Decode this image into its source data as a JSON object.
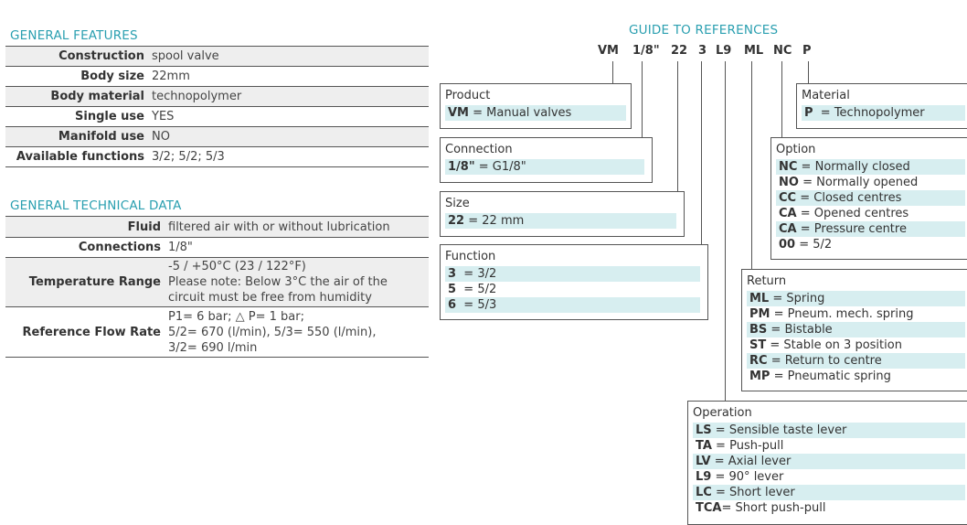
{
  "general_features": {
    "title": "GENERAL FEATURES",
    "rows": [
      {
        "k": "Construction",
        "v": "spool valve"
      },
      {
        "k": "Body size",
        "v": "22mm"
      },
      {
        "k": "Body material",
        "v": "technopolymer"
      },
      {
        "k": "Single use",
        "v": "YES"
      },
      {
        "k": "Manifold use",
        "v": "NO"
      },
      {
        "k": "Available functions",
        "v": "3/2; 5/2; 5/3"
      }
    ]
  },
  "technical_data": {
    "title": "GENERAL TECHNICAL DATA",
    "rows": [
      {
        "k": "Fluid",
        "v": "filtered air with or without lubrication"
      },
      {
        "k": "Connections",
        "v": "1/8\""
      },
      {
        "k": "Temperature Range",
        "v": "-5 / +50°C (23 / 122°F)\nPlease note: Below 3°C the air of the\ncircuit must be free from humidity"
      },
      {
        "k": "Reference Flow Rate",
        "v": "P1= 6 bar; △ P= 1 bar;\n5/2= 670 (l/min), 5/3= 550 (l/min),\n3/2= 690 l/min"
      }
    ]
  },
  "guide": {
    "title": "GUIDE TO REFERENCES",
    "code": [
      "VM",
      "1/8\"",
      "22",
      "3",
      "L9",
      "ML",
      "NC",
      "P"
    ],
    "product": {
      "title": "Product",
      "options": [
        {
          "code": "VM",
          "desc": "Manual valves"
        }
      ]
    },
    "connection": {
      "title": "Connection",
      "options": [
        {
          "code": "1/8\"",
          "desc": "G1/8\""
        }
      ]
    },
    "size": {
      "title": "Size",
      "options": [
        {
          "code": "22",
          "desc": "22 mm"
        }
      ]
    },
    "function": {
      "title": "Function",
      "options": [
        {
          "code": "3",
          "desc": "3/2"
        },
        {
          "code": "5",
          "desc": "5/2"
        },
        {
          "code": "6",
          "desc": "5/3"
        }
      ]
    },
    "material": {
      "title": "Material",
      "options": [
        {
          "code": "P",
          "desc": "Technopolymer"
        }
      ]
    },
    "option": {
      "title": "Option",
      "options": [
        {
          "code": "NC",
          "desc": "Normally closed"
        },
        {
          "code": "NO",
          "desc": "Normally opened"
        },
        {
          "code": "CC",
          "desc": "Closed centres"
        },
        {
          "code": "CA",
          "desc": "Opened centres"
        },
        {
          "code": "CA",
          "desc": "Pressure centre"
        },
        {
          "code": "00",
          "desc": "5/2"
        }
      ]
    },
    "return": {
      "title": "Return",
      "options": [
        {
          "code": "ML",
          "desc": "Spring"
        },
        {
          "code": "PM",
          "desc": "Pneum. mech. spring"
        },
        {
          "code": "BS",
          "desc": "Bistable"
        },
        {
          "code": "ST",
          "desc": "Stable on 3 position"
        },
        {
          "code": "RC",
          "desc": "Return to centre"
        },
        {
          "code": "MP",
          "desc": "Pneumatic spring"
        }
      ]
    },
    "operation": {
      "title": "Operation",
      "options": [
        {
          "code": "LS",
          "desc": "Sensible taste lever"
        },
        {
          "code": "TA",
          "desc": "Push-pull"
        },
        {
          "code": "LV",
          "desc": "Axial lever"
        },
        {
          "code": "L9",
          "desc": "90° lever"
        },
        {
          "code": "LC",
          "desc": "Short lever"
        },
        {
          "code": "TCA",
          "desc": "Short push-pull"
        }
      ]
    }
  }
}
